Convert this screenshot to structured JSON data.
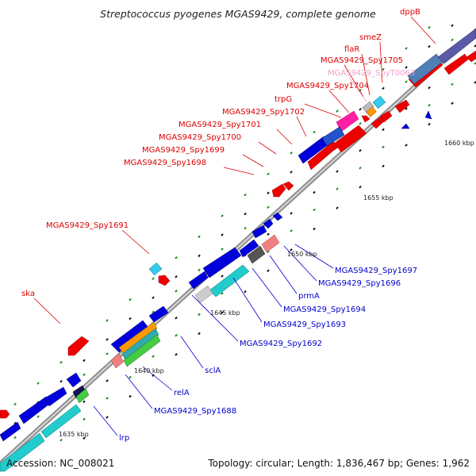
{
  "title": "Streptococcus pyogenes MGAS9429, complete genome",
  "footer": {
    "accession": "Accession: NC_008021",
    "summary": "Topology: circular; Length: 1,836,467 bp; Genes: 1,962"
  },
  "colors": {
    "forward_label": "#dd0000",
    "reverse_label": "#0000cc",
    "rna_label": "#f29ec8",
    "forward_gene": "#ee0000",
    "reverse_gene": "#0000dd",
    "tick_green": "#1f8a1f",
    "backbone": "#9a9a9a"
  },
  "scale_labels": [
    "1635 kbp",
    "1640 kbp",
    "1645 kbp",
    "1650 kbp",
    "1655 kbp",
    "1660 kbp"
  ],
  "labels_forward": [
    "dppB",
    "smeZ",
    "flaR",
    "MGAS9429_Spy1705",
    "MGAS9429_SpyT0063",
    "MGAS9429_Spy1704",
    "trpG",
    "MGAS9429_Spy1702",
    "MGAS9429_Spy1701",
    "MGAS9429_Spy1700",
    "MGAS9429_Spy1699",
    "MGAS9429_Spy1698",
    "MGAS9429_Spy1691",
    "ska"
  ],
  "labels_reverse": [
    "MGAS9429_Spy1697",
    "MGAS9429_Spy1696",
    "prmA",
    "MGAS9429_Spy1694",
    "MGAS9429_Spy1693",
    "MGAS9429_Spy1692",
    "sclA",
    "relA",
    "MGAS9429_Spy1688",
    "lrp"
  ]
}
